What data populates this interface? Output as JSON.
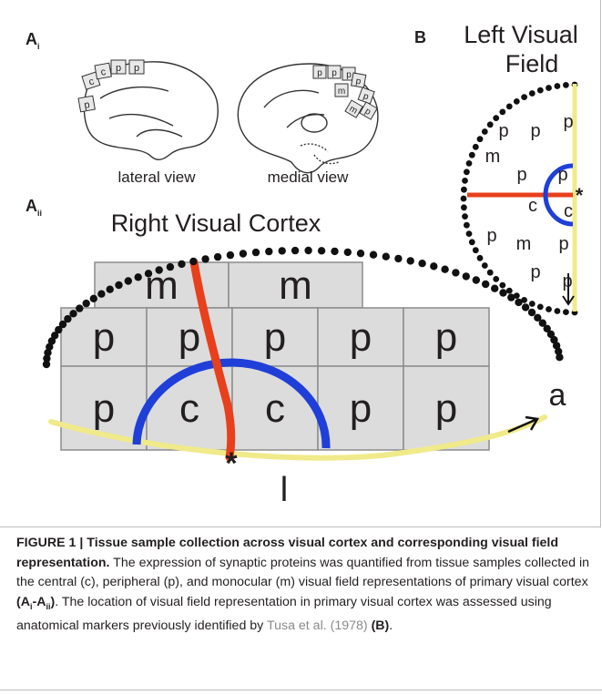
{
  "panels": {
    "ai": {
      "letter": "A",
      "sub": "i"
    },
    "aii": {
      "letter": "A",
      "sub": "ii"
    },
    "b": {
      "letter": "B"
    }
  },
  "brains": {
    "lateral_caption": "lateral view",
    "medial_caption": "medial view",
    "lateral_samples": [
      "p",
      "c",
      "c",
      "p",
      "p"
    ],
    "medial_samples": [
      "p",
      "p",
      "p",
      "p",
      "m",
      "p",
      "m",
      "p"
    ]
  },
  "cortex": {
    "title": "Right Visual Cortex",
    "top_row": [
      "m",
      "m"
    ],
    "middle_row": [
      "p",
      "p",
      "p",
      "p",
      "p"
    ],
    "bottom_row": [
      "p",
      "c",
      "c",
      "p",
      "p"
    ],
    "label_anterior": "a",
    "label_lateral": "l",
    "marker": "*"
  },
  "visual_field": {
    "title_line1": "Left Visual",
    "title_line2": "Field",
    "labels": [
      "p",
      "p",
      "m",
      "p",
      "p",
      "c",
      "c",
      "p",
      "m",
      "p",
      "p",
      "p",
      "p"
    ],
    "marker": "*"
  },
  "colors": {
    "tile_fill": "#dcdcdc",
    "tile_stroke": "#8c8c8c",
    "red_line": "#e8401c",
    "blue_arc": "#1f3fd8",
    "yellow_line": "#f0ea8a",
    "dots": "#111111"
  },
  "caption": {
    "heading": "FIGURE 1 | Tissue sample collection across visual cortex and corresponding visual field representation.",
    "text1": " The expression of synaptic proteins was quantified from tissue samples collected in the central (c), peripheral (p), and monocular (m) visual field representations of primary visual cortex ",
    "ref_a_open": "(A",
    "ref_a_sub1": "i",
    "ref_a_dash": "-A",
    "ref_a_sub2": "ii",
    "ref_a_close": ")",
    "text2": ". The location of visual field representation in primary visual cortex was assessed using anatomical markers previously identified by ",
    "ref_link": "Tusa et al. (1978)",
    "text3": " ",
    "ref_b": "(B)",
    "text4": "."
  }
}
